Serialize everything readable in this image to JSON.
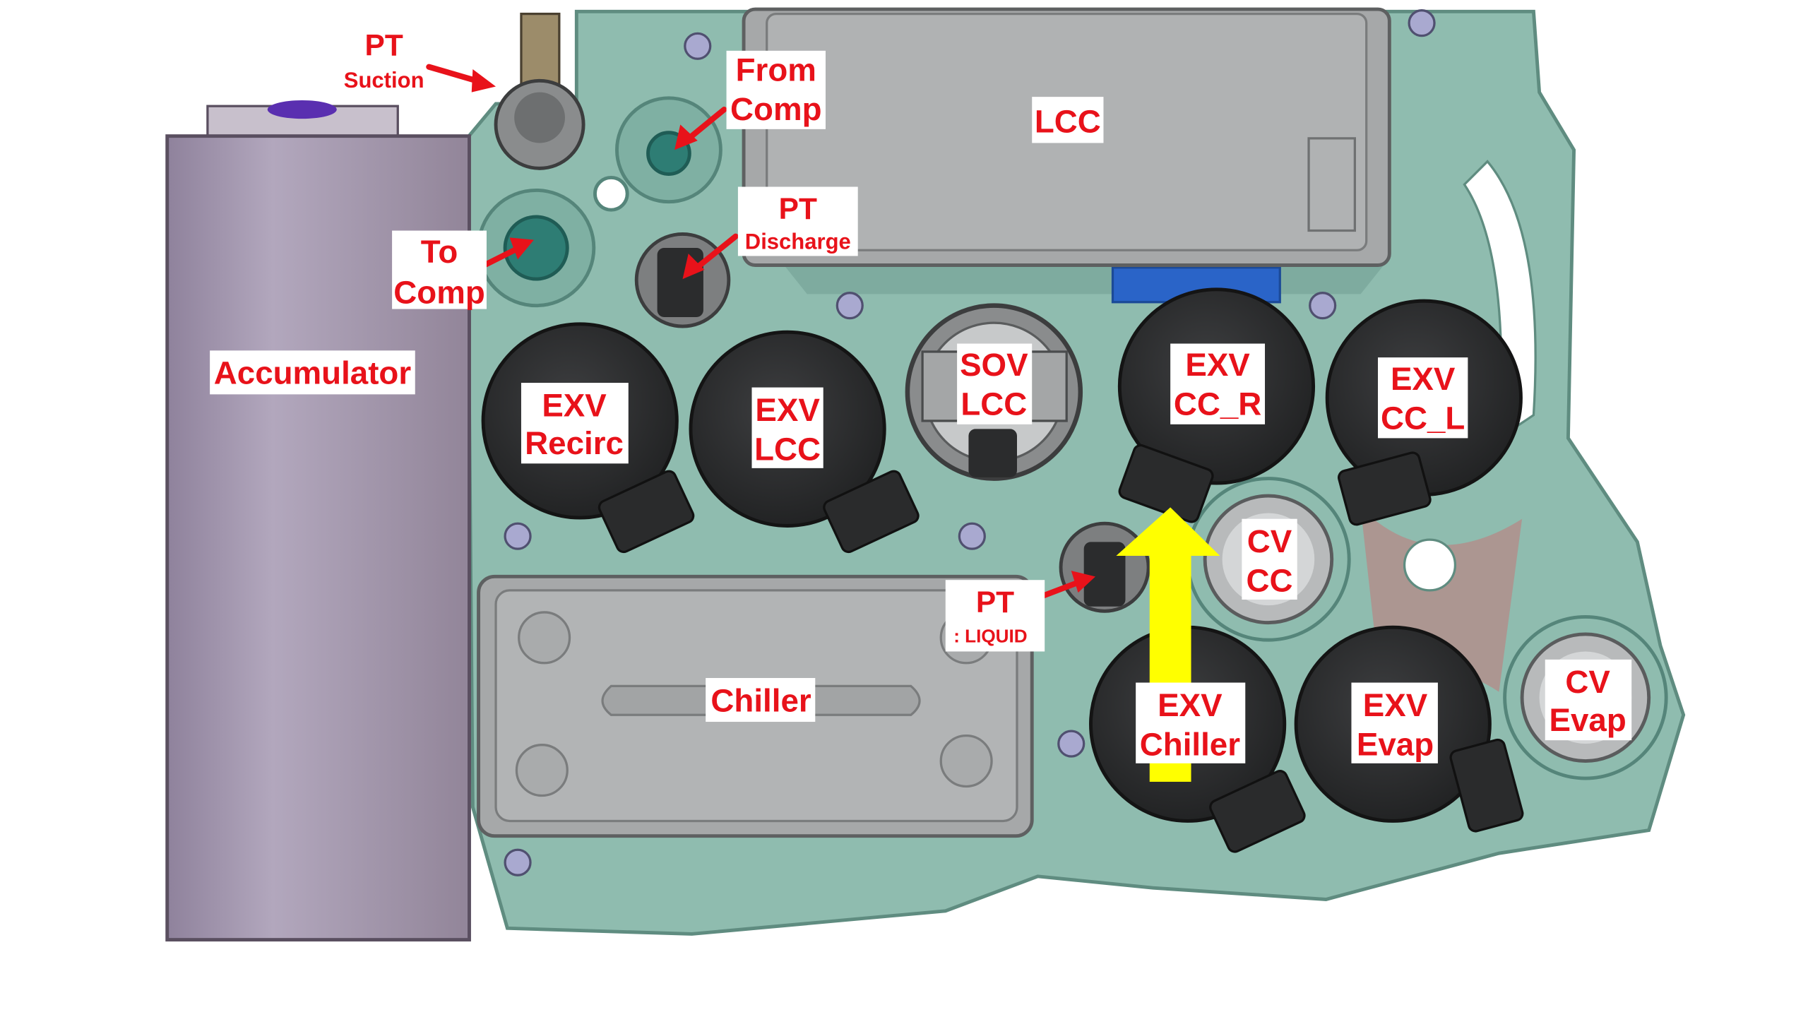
{
  "labels": {
    "pt_suction_1": "PT",
    "pt_suction_2": "Suction",
    "from_comp_1": "From",
    "from_comp_2": "Comp",
    "lcc": "LCC",
    "pt_discharge_1": "PT",
    "pt_discharge_2": "Discharge",
    "to_comp_1": "To",
    "to_comp_2": "Comp",
    "accumulator": "Accumulator",
    "exv_recirc_1": "EXV",
    "exv_recirc_2": "Recirc",
    "exv_lcc_1": "EXV",
    "exv_lcc_2": "LCC",
    "sov_lcc_1": "SOV",
    "sov_lcc_2": "LCC",
    "exv_cc_r_1": "EXV",
    "exv_cc_r_2": "CC_R",
    "exv_cc_l_1": "EXV",
    "exv_cc_l_2": "CC_L",
    "cv_cc_1": "CV",
    "cv_cc_2": "CC",
    "pt_liquid_1": "PT",
    "pt_liquid_2": ": LIQUID",
    "chiller": "Chiller",
    "exv_chiller_1": "EXV",
    "exv_chiller_2": "Chiller",
    "exv_evap_1": "EXV",
    "exv_evap_2": "Evap",
    "cv_evap_1": "CV",
    "cv_evap_2": "Evap"
  },
  "colors": {
    "manifold": "#8fbcaf",
    "manifold_dark": "#6e9c90",
    "accumulator": "#a79bb3",
    "plate": "#a6a8a9",
    "valve": "#2f3031",
    "label_text": "#e8121a",
    "arrow_red": "#e8121a",
    "arrow_yellow": "#ffff00"
  }
}
